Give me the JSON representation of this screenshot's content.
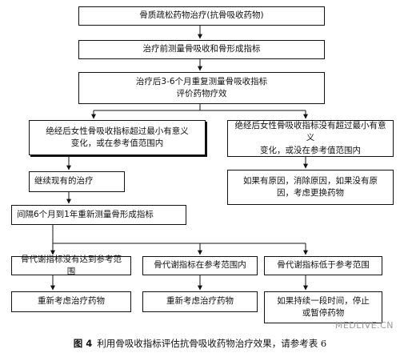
{
  "nodes": {
    "n1": "骨质疏松药物治疗(抗骨吸收药物)",
    "n2": "治疗前测量骨吸收和骨形成指标",
    "n3": "治疗后3-6个月重复测量骨吸收指标\n评价药物疗效",
    "n4": "绝经后女性骨吸收指标超过最小有意义\n变化，或在参考值范围内",
    "n5": "绝经后女性骨吸收指标没有超过最小有意义\n变化，或没在参考值范围内",
    "n6": "继续现有的治疗",
    "n7": "如果有原因，消除原因，如果没有原\n因，考虑更换药物",
    "n8": "间隔6个月到1年重新测量骨形成指标",
    "n9": "骨代谢指标没有达到参考范围",
    "n10": "骨代谢指标在参考范围内",
    "n11": "骨代谢指标低于参考范围",
    "n12": "重新考虑治疗药物",
    "n13": "重新考虑治疗药物",
    "n14": "如果持续一段时间，停止\n或暂停药物"
  },
  "caption": {
    "figure_label": "图 4",
    "text": "利用骨吸收指标评估抗骨吸收药物治疗效果，请参考表 6"
  },
  "watermark": "MEDLIVE.CN"
}
